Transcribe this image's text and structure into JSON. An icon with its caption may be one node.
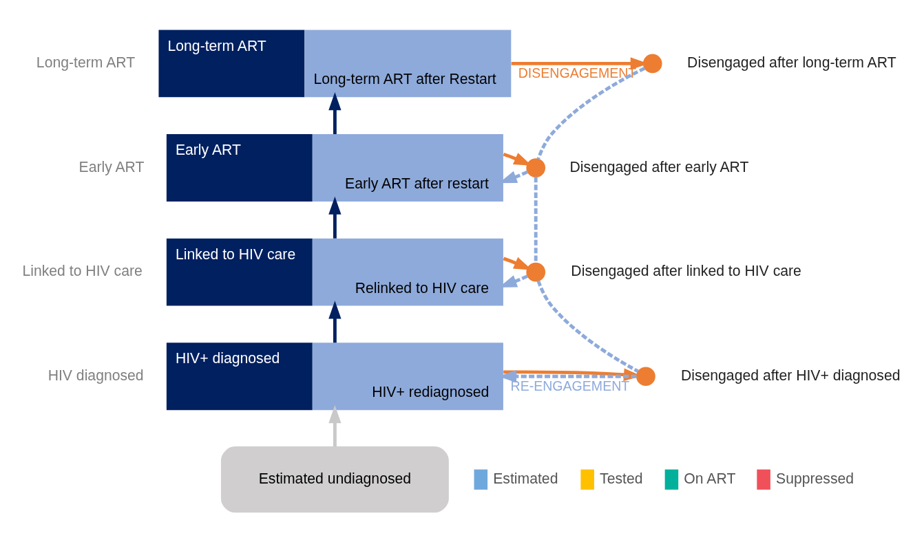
{
  "diagram": {
    "nodes": [
      {
        "text": [
          "Long-term ART",
          "Long-term ART after Restart"
        ],
        "beside": [
          "Long-term ART"
        ]
      },
      {
        "text": [],
        "shape": "circle",
        "beside": [
          "Disengaged after long-term ART"
        ]
      },
      {
        "text": [
          "Early ART",
          "Early ART after restart"
        ],
        "beside": [
          "Early ART"
        ]
      },
      {
        "text": [],
        "shape": "circle",
        "beside": [
          "Disengaged after early ART"
        ]
      },
      {
        "text": [
          "Linked to HIV care",
          "Relinked to HIV care"
        ],
        "beside": [
          "Linked to HIV care"
        ]
      },
      {
        "text": [],
        "shape": "circle",
        "beside": [
          "Disengaged after linked to HIV care"
        ]
      },
      {
        "text": [
          "HIV+ diagnosed",
          "HIV+ rediagnosed"
        ],
        "beside": [
          "HIV diagnosed"
        ]
      },
      {
        "text": [],
        "shape": "circle",
        "beside": [
          "Disengaged after HIV+ diagnosed"
        ]
      },
      {
        "text": [
          "Estimated undiagnosed"
        ]
      }
    ],
    "edges": [
      {
        "from": 8,
        "to": 6,
        "arrow": "to",
        "color": "#c9c9c9"
      },
      {
        "from": 6,
        "to": 4,
        "arrow": "to",
        "color": "#002060"
      },
      {
        "from": 4,
        "to": 2,
        "arrow": "to",
        "color": "#002060"
      },
      {
        "from": 2,
        "to": 0,
        "arrow": "to",
        "color": "#002060"
      },
      {
        "from": 0,
        "to": 1,
        "arrow": "to",
        "label": "DISENGAGEMENT",
        "color": "#ed7d31"
      },
      {
        "from": 2,
        "to": 3,
        "arrow": "to",
        "color": "#ed7d31"
      },
      {
        "from": 4,
        "to": 5,
        "arrow": "to",
        "color": "#ed7d31"
      },
      {
        "from": 6,
        "to": 7,
        "arrow": "to",
        "color": "#ed7d31"
      },
      {
        "from": 1,
        "to": 3,
        "arrow": "none",
        "style": "dashed"
      },
      {
        "from": 3,
        "to": 5,
        "arrow": "none",
        "style": "dashed"
      },
      {
        "from": 5,
        "to": 7,
        "arrow": "none",
        "style": "dashed"
      },
      {
        "from": 3,
        "to": 2,
        "arrow": "to",
        "style": "dashed"
      },
      {
        "from": 5,
        "to": 4,
        "arrow": "to",
        "style": "dashed"
      },
      {
        "from": 7,
        "to": 6,
        "arrow": "to",
        "style": "dashed",
        "label": "RE-ENGAGEMENT"
      }
    ],
    "legend": [
      {
        "text": "Estimated",
        "color": "#6fa8dc"
      },
      {
        "text": "Tested",
        "color": "#ffc000"
      },
      {
        "text": "On ART",
        "color": "#00b09b"
      },
      {
        "text": "Suppressed",
        "color": "#f0505a"
      }
    ]
  }
}
